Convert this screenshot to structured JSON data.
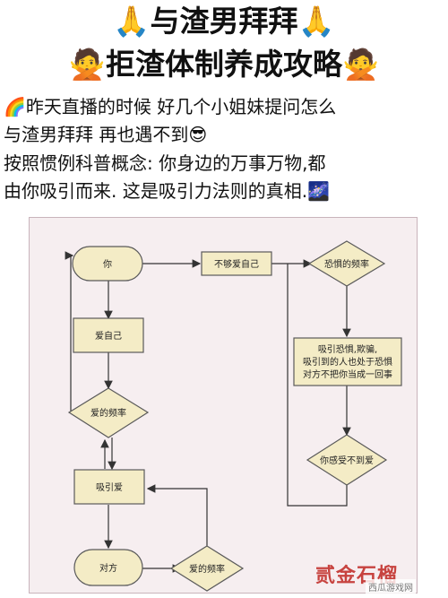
{
  "header": {
    "title_line1": "🙏与渣男拜拜🙏",
    "title_line2": "🙅拒渣体制养成攻略🙅"
  },
  "body_text": {
    "line1": "🌈昨天直播的时候 好几个小姐妹提问怎么",
    "line2": "与渣男拜拜 再也遇不到😎",
    "line3": "按照惯例科普概念: 你身边的万事万物,都",
    "line4": "由你吸引而来. 这是吸引力法则的真相.🌌"
  },
  "flowchart": {
    "nodes": {
      "you": "你",
      "not_enough_self_love": "不够爱自己",
      "fear_frequency": "恐惧的频率",
      "love_self": "爱自己",
      "attract_fear_1": "吸引恐惧,欺骗,",
      "attract_fear_2": "吸引到的人也处于恐惧",
      "attract_fear_3": "对方不把你当成一回事",
      "love_frequency": "爱的频率",
      "you_feel_no_love": "你感受不到爱",
      "attract_love": "吸引爱",
      "other_party": "对方",
      "love_frequency_2": "爱的频率"
    }
  },
  "watermark": {
    "brand": "贰金石榴",
    "site": "西瓜游戏网"
  },
  "colors": {
    "background": "#f6eef0",
    "node_fill": "#f4ecc6",
    "watermark_red": "#c7433f"
  }
}
